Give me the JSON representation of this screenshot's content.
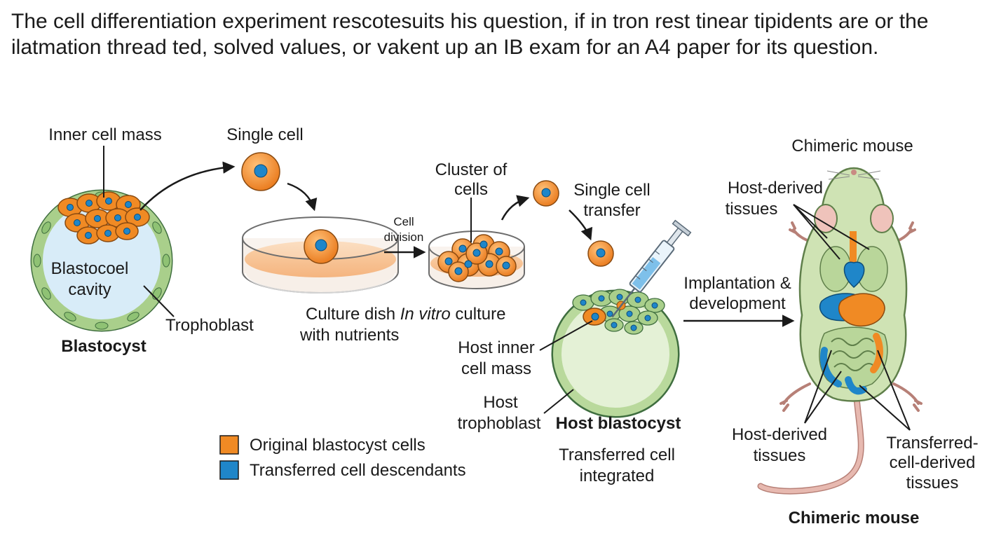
{
  "intro_text": "The cell differentiation experiment rescotesuits his question, if in tron rest tinear tipidents are or the ilatmation thread ted, solved values, or vakent up an IB exam  for an A4 paper for its question.",
  "labels": {
    "inner_cell_mass": "Inner cell mass",
    "blastocoel_line1": "Blastocoel",
    "blastocoel_line2": "cavity",
    "trophoblast": "Trophoblast",
    "blastocyst": "Blastocyst",
    "single_cell": "Single cell",
    "culture_dish": "Culture dish ",
    "in_vitro": "In vitro",
    "culture": " culture",
    "with_nutrients": "with nutrients",
    "cell": "Cell",
    "division": "division",
    "cluster_line1": "Cluster of",
    "cluster_line2": "cells",
    "single_cell_transfer_line1": "Single cell",
    "single_cell_transfer_line2": "transfer",
    "host_icm_line1": "Host inner",
    "host_icm_line2": "cell mass",
    "host_troph_line1": "Host",
    "host_troph_line2": "trophoblast",
    "host_blastocyst": "Host blastocyst",
    "transferred_integrated_line1": "Transferred cell",
    "transferred_integrated_line2": "integrated",
    "implantation_line1": "Implantation &",
    "implantation_line2": "development",
    "chimeric_mouse_top": "Chimeric mouse",
    "host_derived_top_line1": "Host-derived",
    "host_derived_top_line2": "tissues",
    "host_derived_bottom_line1": "Host-derived",
    "host_derived_bottom_line2": "tissues",
    "transferred_derived_line1": "Transferred-",
    "transferred_derived_line2": "cell-derived",
    "transferred_derived_line3": "tissues",
    "chimeric_mouse_bottom": "Chimeric mouse"
  },
  "legend": [
    {
      "label": "Original blastocyst cells",
      "color": "#f08a24"
    },
    {
      "label": "Transferred cell descendants",
      "color": "#1f86c9"
    }
  ],
  "colors": {
    "orange": "#f08a24",
    "blue": "#1f86c9",
    "trophoblast_green": "#a9cf8b",
    "cavity_blue": "#d8ecf8",
    "host_green": "#e4f1d6",
    "mouse_green": "#cfe3b4",
    "tail_pink": "#e7b9b0"
  }
}
